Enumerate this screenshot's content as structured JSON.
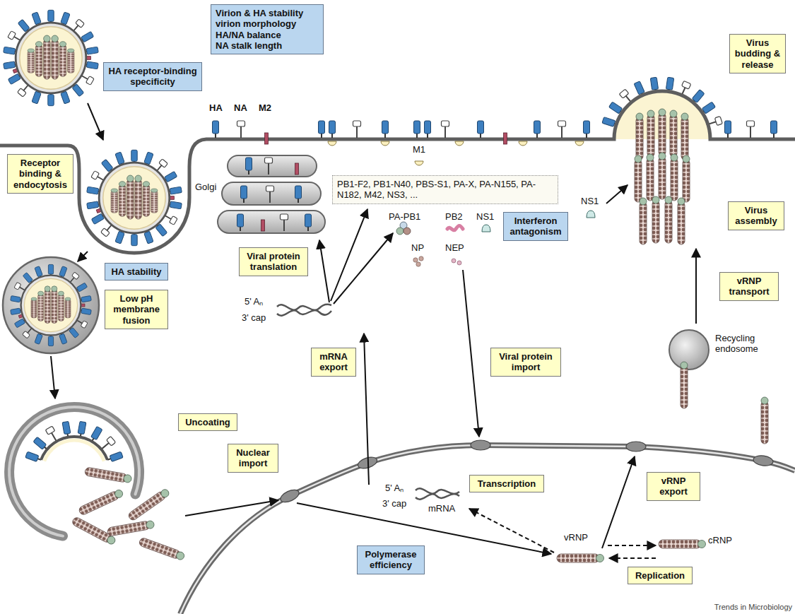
{
  "diagram": {
    "nodes": [
      {
        "text": [
          "Virion & HA stability",
          "virion morphology",
          "HA/NA balance",
          "NA stalk length"
        ]
      },
      {
        "text": [
          "Virus budding & release"
        ]
      },
      {
        "text": [
          "HA receptor-binding specificity"
        ]
      },
      {
        "text": [
          "Receptor binding & endocytosis"
        ]
      },
      {
        "text": [
          "PB1-F2, PB1-N40, PBS-S1, PA-X, PA-N155, PA-N182, M42, NS3, ..."
        ]
      },
      {
        "text": [
          "Virus assembly"
        ]
      },
      {
        "text": [
          "Interferon antagonism"
        ]
      },
      {
        "text": [
          "Viral protein translation"
        ]
      },
      {
        "text": [
          "HA stability"
        ]
      },
      {
        "text": [
          "vRNP transport"
        ]
      },
      {
        "text": [
          "Low pH membrane fusion"
        ]
      },
      {
        "text": [
          "mRNA export"
        ]
      },
      {
        "text": [
          "Viral protein import"
        ]
      },
      {
        "text": [
          "Uncoating"
        ]
      },
      {
        "text": [
          "Nuclear import"
        ]
      },
      {
        "text": [
          "vRNP export"
        ]
      },
      {
        "text": [
          "Transcription"
        ]
      },
      {
        "text": [
          "Polymerase efficiency"
        ]
      },
      {
        "text": [
          "Replication"
        ]
      }
    ],
    "labels": [
      "HA",
      "NA",
      "M2",
      "Golgi",
      "M1",
      "NS1",
      "PA-PB1",
      "PB2",
      "NS1",
      "NP",
      "NEP",
      "5' Aₙ",
      "3' cap",
      "Recycling endosome",
      "5' Aₙ",
      "3' cap",
      "mRNA",
      "vRNP",
      "cRNP",
      "Trends in Microbiology"
    ]
  }
}
